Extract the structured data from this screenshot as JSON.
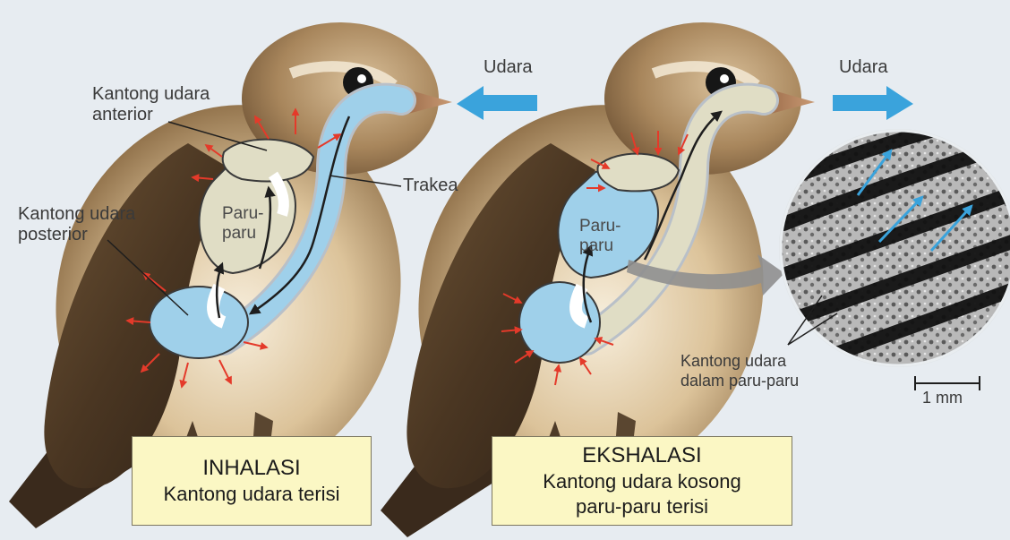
{
  "diagram": {
    "labels": {
      "anterior_line1": "Kantong udara",
      "anterior_line2": "anterior",
      "posterior_line1": "Kantong udara",
      "posterior_line2": "posterior",
      "trachea": "Trakea",
      "lung_left_line1": "Paru-",
      "lung_left_line2": "paru",
      "lung_right_line1": "Paru-",
      "lung_right_line2": "paru",
      "air_in": "Udara",
      "air_out": "Udara",
      "inner_sac_line1": "Kantong udara",
      "inner_sac_line2": "dalam paru-paru",
      "scale": "1 mm"
    },
    "captions": {
      "inhalation_title": "INHALASI",
      "inhalation_sub": "Kantong udara terisi",
      "exhalation_title": "EKSHALASI",
      "exhalation_sub1": "Kantong udara kosong",
      "exhalation_sub2": "paru-paru terisi"
    },
    "colors": {
      "air_blue": "#9fd0ea",
      "arrow_blue": "#3aa3dc",
      "pressure_red": "#e43a2a",
      "caption_bg": "#fbf7c4"
    }
  }
}
